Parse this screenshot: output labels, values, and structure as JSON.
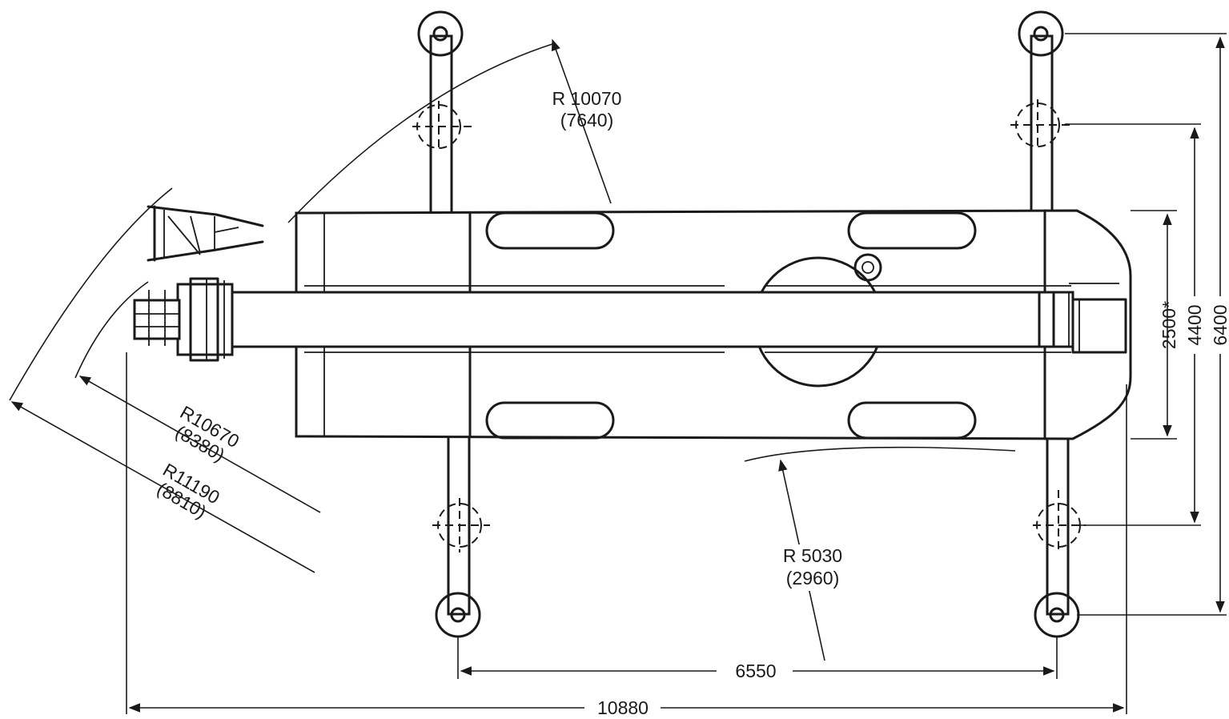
{
  "dimensions": {
    "radius_boom_tip": {
      "main": "R 10070",
      "sub": "(7640)"
    },
    "radius_rear": {
      "main": "R 5030",
      "sub": "(2960)"
    },
    "radius_front_1": {
      "main": "R10670",
      "sub": "(8380)"
    },
    "radius_front_2": {
      "main": "R11190",
      "sub": "(8810)"
    },
    "outrigger_span_length": "6550",
    "overall_length": "10880",
    "width_inner": "2500*",
    "width_middle": "4400",
    "width_outrigger": "6400"
  }
}
